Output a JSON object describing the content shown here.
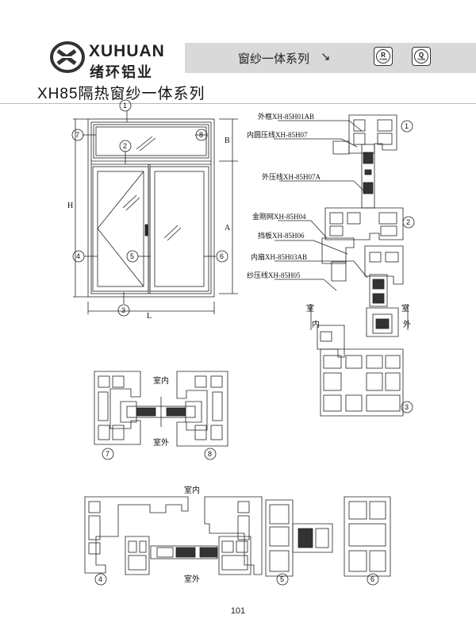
{
  "brand": {
    "name_en": "XUHUAN",
    "name_cn": "绪环铝业"
  },
  "header": {
    "series_label": "窗纱一体系列",
    "arrow": "↘",
    "badge_r": "R",
    "badge_q": "Q",
    "badge_sub": "COM"
  },
  "page_title": "XH85隔热窗纱一体系列",
  "elevation": {
    "callouts": [
      "1",
      "2",
      "3",
      "4",
      "5",
      "6",
      "7",
      "8"
    ],
    "dim_H": "H",
    "dim_L": "L",
    "dim_A": "A",
    "dim_B": "B"
  },
  "profile_labels": [
    "外框XH-85H01AB",
    "内圆压线XH-85H07",
    "外压线XH-85H07A",
    "金刚网XH-85H04",
    "挡板XH-85H06",
    "内扇XH-85H03AB",
    "纱压线XH-85H05"
  ],
  "section_text": {
    "indoor": "室内",
    "outdoor": "室外",
    "in_a": "室",
    "in_b": "内",
    "out_a": "室",
    "out_b": "外"
  },
  "page_number": "101"
}
